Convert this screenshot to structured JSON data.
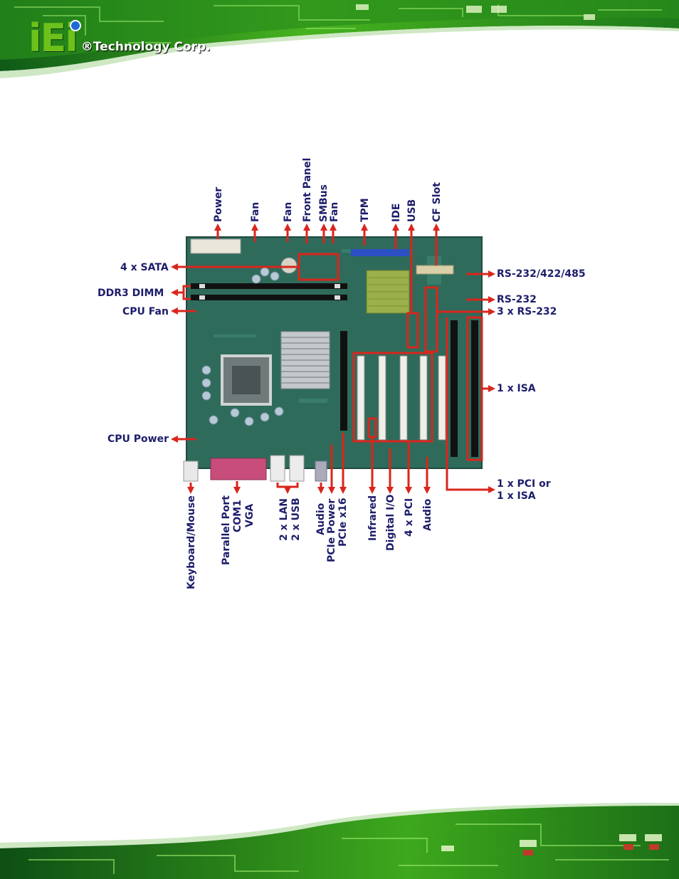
{
  "header": {
    "logo_mark": "iEi",
    "logo_text": "®Technology Corp."
  },
  "colors": {
    "header_green": "#3fae1c",
    "dark_green": "#0d4a17",
    "board_green": "#2f6b5b",
    "label_navy": "#1d1d6b",
    "callout_red": "#d9261c"
  },
  "labels": {
    "top": {
      "power": "Power",
      "fan1": "Fan",
      "fan2": "Fan",
      "front_panel": "Front Panel",
      "smbus": "SMBus",
      "fan3": "Fan",
      "tpm": "TPM",
      "ide": "IDE",
      "usb": "USB",
      "cf_slot": "CF Slot"
    },
    "left": {
      "sata": "4 x SATA",
      "ddr3": "DDR3 DIMM",
      "cpu_fan": "CPU Fan",
      "cpu_power": "CPU Power"
    },
    "right": {
      "rs232_422_485": "RS-232/422/485",
      "rs232": "RS-232",
      "rs232_x3": "3 x RS-232",
      "isa": "1 x ISA",
      "pci_or_isa_1": "1 x PCI or",
      "pci_or_isa_2": "1 x ISA"
    },
    "bottom": {
      "keyboard": "Keyboard/Mouse",
      "parallel": "Parallel Port",
      "com1": "COM1",
      "vga": "VGA",
      "lan": "2 x LAN",
      "usb2": "2 x USB",
      "audio_jack": "Audio",
      "pcie_power": "PCIe Power",
      "pcie_x16": "PCIe x16",
      "infrared": "Infrared",
      "digital_io": "Digital I/O",
      "pci4": "4 x PCI",
      "audio": "Audio"
    }
  }
}
